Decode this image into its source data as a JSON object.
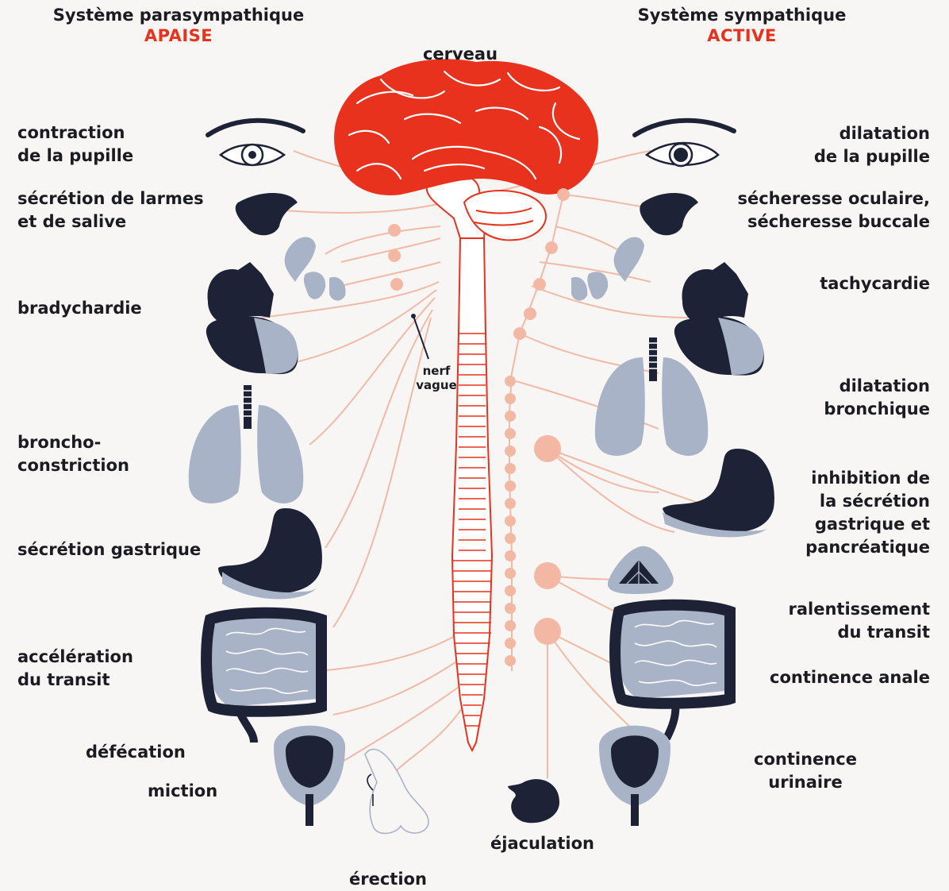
{
  "headers": {
    "left_title": "Système parasympathique",
    "left_subtitle": "APAISE",
    "right_title": "Système sympathique",
    "right_subtitle": "ACTIVE",
    "center": "cerveau"
  },
  "left_labels": [
    "contraction\nde la pupille",
    "sécrétion de larmes\net de salive",
    "bradychardie",
    "broncho-\nconstriction",
    "sécrétion gastrique",
    "accélération\ndu transit",
    "défécation",
    "miction"
  ],
  "right_labels": [
    "dilatation\nde la pupille",
    "sécheresse oculaire,\nsécheresse buccale",
    "tachycardie",
    "dilatation\nbronchique",
    "inhibition de\nla sécrétion\ngastrique et\npancréatique",
    "ralentissement\ndu transit",
    "continence anale",
    "continence\nurinaire"
  ],
  "bottom_labels": {
    "ejaculation": "éjaculation",
    "erection": "érection"
  },
  "nerf_label": "nerf\nvague",
  "colors": {
    "accent_red": "#e8321e",
    "nerve": "#f2b9a6",
    "ganglion": "#f3b8a4",
    "organ_dark": "#1e2236",
    "organ_light": "#a9b3c7",
    "text": "#1b1b22"
  }
}
